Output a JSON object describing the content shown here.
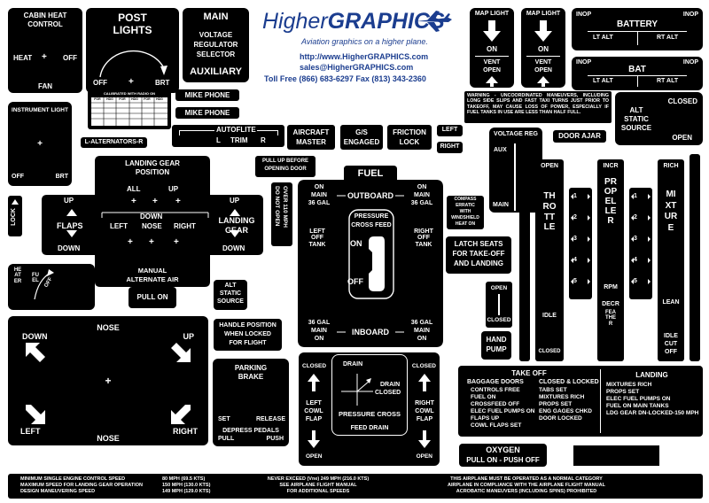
{
  "brand": {
    "name_light": "Higher",
    "name_bold": "GRAPHICS",
    "tagline": "Aviation graphics on a higher plane.",
    "url": "http://www.HigherGRAPHICS.com",
    "email": "sales@HigherGRAPHICS.com",
    "phones": "Toll Free (866) 683-6297 Fax (813) 343-2360",
    "color": "#1b3d8f"
  },
  "cabin_heat": {
    "title1": "CABIN HEAT",
    "title2": "CONTROL",
    "heat": "HEAT",
    "plus": "+",
    "off": "OFF",
    "fan": "FAN"
  },
  "post_lights": {
    "title1": "POST",
    "title2": "LIGHTS",
    "off": "OFF",
    "plus": "+",
    "brt": "BRT"
  },
  "main_reg": {
    "main": "MAIN",
    "l1": "VOLTAGE",
    "l2": "REGULATOR",
    "l3": "SELECTOR",
    "aux": "AUXILIARY"
  },
  "map_light_1": {
    "title1": "MAP LIGHT",
    "on": "ON",
    "vent": "VENT",
    "open": "OPEN"
  },
  "map_light_2": {
    "title1": "MAP LIGHT",
    "on": "ON",
    "vent": "VENT",
    "open": "OPEN"
  },
  "battery": {
    "inop_l": "INOP",
    "title": "BATTERY",
    "inop_r": "INOP",
    "lt": "LT ALT",
    "rt": "RT ALT"
  },
  "bat": {
    "inop_l": "INOP",
    "title": "BAT",
    "inop_r": "INOP",
    "lt": "LT ALT",
    "rt": "RT ALT"
  },
  "calibrated": {
    "title": "CALIBRATED WITH RADIO ON",
    "headers": [
      "FOR",
      "HDG",
      "FOR",
      "HDG",
      "FOR",
      "HDG"
    ]
  },
  "mike_phone_1": "MIKE PHONE",
  "mike_phone_2": "MIKE PHONE",
  "instrument_light": {
    "title": "INSTRUMENT LIGHT",
    "plus": "+",
    "off": "OFF",
    "brt": "BRT"
  },
  "l_alternators": "L-ALTERNATORS-R",
  "autoflite": {
    "title": "AUTOFLITE",
    "l": "L",
    "trim": "TRIM",
    "r": "R"
  },
  "aircraft_master": {
    "l1": "AIRCRAFT",
    "l2": "MASTER"
  },
  "gs_engaged": {
    "l1": "G/S",
    "l2": "ENGAGED"
  },
  "friction_lock": {
    "l1": "FRICTION",
    "l2": "LOCK"
  },
  "left_label": "LEFT",
  "right_label": "RIGHT",
  "warning": "WARNING - UNCOORDINATED MANEUVERS, INCLUDING LONG SIDE SLIPS AND FAST TAXI TURNS JUST PRIOR TO TAKEOFF, MAY CAUSE LOSS OF POWER, ESPECIALLY IF FUEL TANKS IN USE ARE LESS THAN HALF FULL.",
  "alt_static_1": {
    "closed": "CLOSED",
    "l1": "ALT",
    "l2": "STATIC",
    "l3": "SOURCE",
    "open": "OPEN"
  },
  "voltage_reg": {
    "title": "VOLTAGE REG",
    "aux": "AUX",
    "main": "MAIN"
  },
  "door_ajar": "DOOR AJAR",
  "landing_gear": {
    "title1": "LANDING GEAR",
    "title2": "POSITION",
    "all": "ALL",
    "up": "UP",
    "down": "DOWN",
    "left": "LEFT",
    "nose": "NOSE",
    "right": "RIGHT",
    "flaps": "FLAPS",
    "flaps_up": "UP",
    "flaps_down": "DOWN",
    "lg": "LANDING",
    "gear": "GEAR",
    "lg_up": "UP",
    "lg_down": "DOWN",
    "manual": "MANUAL",
    "alternate": "ALTERNATE AIR",
    "pull_on": "PULL ON"
  },
  "pull_up": {
    "l1": "PULL UP BEFORE",
    "l2": "OPENING DOOR"
  },
  "do_not_open": {
    "l1": "DO NOT OPEN",
    "l2": "OVER 110 MPH"
  },
  "fuel": {
    "title": "FUEL",
    "on_main_l": "ON",
    "main_l": "MAIN",
    "gal_l": "36 GAL",
    "outboard": "OUTBOARD",
    "on_main_r": "ON",
    "main_r": "MAIN",
    "gal_r": "36 GAL",
    "left_tank": "LEFT OFF TANK",
    "right_tank": "RIGHT OFF TANK",
    "pressure": "PRESSURE",
    "cross_feed": "CROSS FEED",
    "on": "ON",
    "off": "OFF",
    "gal_bl": "36 GAL",
    "main_bl": "MAIN",
    "on_bl": "ON",
    "inboard": "INBOARD",
    "gal_br": "36 GAL",
    "main_br": "MAIN",
    "on_br": "ON"
  },
  "compass": {
    "l1": "COMPASS",
    "l2": "ERRATIC",
    "l3": "WITH",
    "l4": "WINDSHIELD",
    "l5": "HEAT ON"
  },
  "latch_seats": {
    "l1": "LATCH SEATS",
    "l2": "FOR TAKE-OFF",
    "l3": "AND LANDING"
  },
  "throttle": {
    "open": "OPEN",
    "word": "THROTTLE",
    "idle": "IDLE",
    "closed": "CLOSED"
  },
  "propeller": {
    "incr": "INCR",
    "word": "PROPELLER",
    "rpm": "RPM",
    "decr": "DECR",
    "feather": "FEATHER"
  },
  "mixture": {
    "rich": "RICH",
    "word": "MIXTURE",
    "lean": "LEAN",
    "idle": "IDLE",
    "cut": "CUT",
    "off": "OFF"
  },
  "quadrant_marks": [
    "1",
    "2",
    "3",
    "4",
    "5"
  ],
  "open_closed": {
    "open": "OPEN",
    "closed": "CLOSED"
  },
  "hand_pump": {
    "l1": "HAND",
    "l2": "PUMP"
  },
  "heater_fuel": {
    "heater": "HEATER",
    "fuel": "FUEL",
    "off": "OFF"
  },
  "lock_label": "LOCK",
  "alt_static_2": {
    "l1": "ALT",
    "l2": "STATIC",
    "l3": "SOURCE"
  },
  "handle_position": {
    "l1": "HANDLE POSITION",
    "l2": "WHEN LOCKED",
    "l3": "FOR FLIGHT"
  },
  "nose_trim": {
    "nose_top": "NOSE",
    "down": "DOWN",
    "up": "UP",
    "plus": "+",
    "left": "LEFT",
    "right": "RIGHT",
    "nose_bottom": "NOSE"
  },
  "parking_brake": {
    "l1": "PARKING",
    "l2": "BRAKE",
    "set": "SET",
    "release": "RELEASE",
    "depress": "DEPRESS PEDALS",
    "pull": "PULL",
    "push": "PUSH"
  },
  "crossfeed": {
    "closed_l": "CLOSED",
    "drain": "DRAIN",
    "closed_r": "CLOSED",
    "drain_closed_1": "DRAIN",
    "drain_closed_2": "CLOSED",
    "left_cowl": "LEFT",
    "left_cowl2": "COWL",
    "left_flap": "FLAP",
    "right_cowl": "RIGHT",
    "right_cowl2": "COWL",
    "right_flap": "FLAP",
    "pressure_cross": "PRESSURE CROSS",
    "feed_drain": "FEED DRAIN",
    "open_l": "OPEN",
    "open_r": "OPEN"
  },
  "checklist": {
    "takeoff_title": "TAKE OFF",
    "takeoff_left": [
      "BAGGAGE DOORS",
      "CONTROLS FREE",
      "FUEL ON",
      "CROSSFEED OFF",
      "ELEC FUEL PUMPS ON",
      "FLAPS UP",
      "COWL FLAPS SET"
    ],
    "takeoff_right": [
      "CLOSED  &  LOCKED",
      "TABS SET",
      "MIXTURES RICH",
      "PROPS SET",
      "ENG GAGES CHKD",
      "DOOR LOCKED"
    ],
    "landing_title": "LANDING",
    "landing": [
      "MIXTURES RICH",
      "PROPS SET",
      "ELEC FUEL PUMPS ON",
      "FUEL ON MAIN TANKS",
      "LDG GEAR DN-LOCKED-150 MPH"
    ]
  },
  "oxygen": {
    "l1": "OXYGEN",
    "l2": "PULL ON - PUSH OFF"
  },
  "footer": {
    "left": [
      "MINIMUM SINGLE ENGINE CONTROL SPEED",
      "MAXIMUM SPEED FOR LANDING GEAR OPERATION",
      "DESIGN MANEUVERING SPEED"
    ],
    "left_vals": [
      "80 MPH (69.5 KTS)",
      "150 MPH (130.0 KTS)",
      "149 MPH (129.0 KTS)"
    ],
    "mid": [
      "NEVER EXCEED (Vne) 249 MPH (216.0 KTS)",
      "SEE AIRPLANE FLIGHT MANUAL",
      "FOR ADDITIONAL SPEEDS"
    ],
    "right": [
      "THIS AIRPLANE MUST BE OPERATED AS A NORMAL CATEGORY",
      "AIRPLANE IN COMPLIANCE WITH THE AIRPLANE FLIGHT MANUAL",
      "ACROBATIC MANEUVERS (INCLUDING SPINS) PROHIBITED"
    ]
  }
}
